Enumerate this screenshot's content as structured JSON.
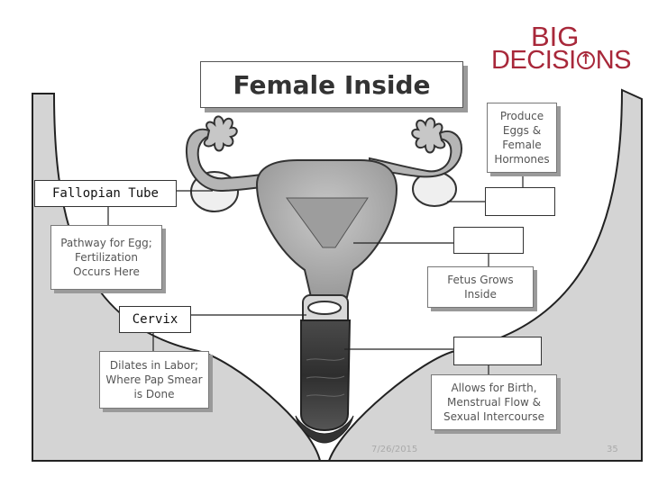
{
  "logo": {
    "line1": "BIG",
    "line2_a": "DECISI",
    "line2_b": "NS"
  },
  "title": "Female Inside",
  "labels": {
    "fallopian_tube": "Fallopian Tube",
    "cervix": "Cervix"
  },
  "descriptions": {
    "produce_eggs": "Produce\nEggs &\nFemale\nHormones",
    "pathway": "Pathway for Egg;\nFertilization\nOccurs Here",
    "fetus_grows": "Fetus Grows\nInside",
    "dilates": "Dilates in Labor;\nWhere Pap Smear\nis Done",
    "allows_birth": "Allows for Birth,\nMenstrual Flow &\nSexual Intercourse"
  },
  "footer": {
    "date": "7/26/2015",
    "page": "35"
  },
  "colors": {
    "brand": "#a8283a",
    "background": "#d6d6d6"
  }
}
